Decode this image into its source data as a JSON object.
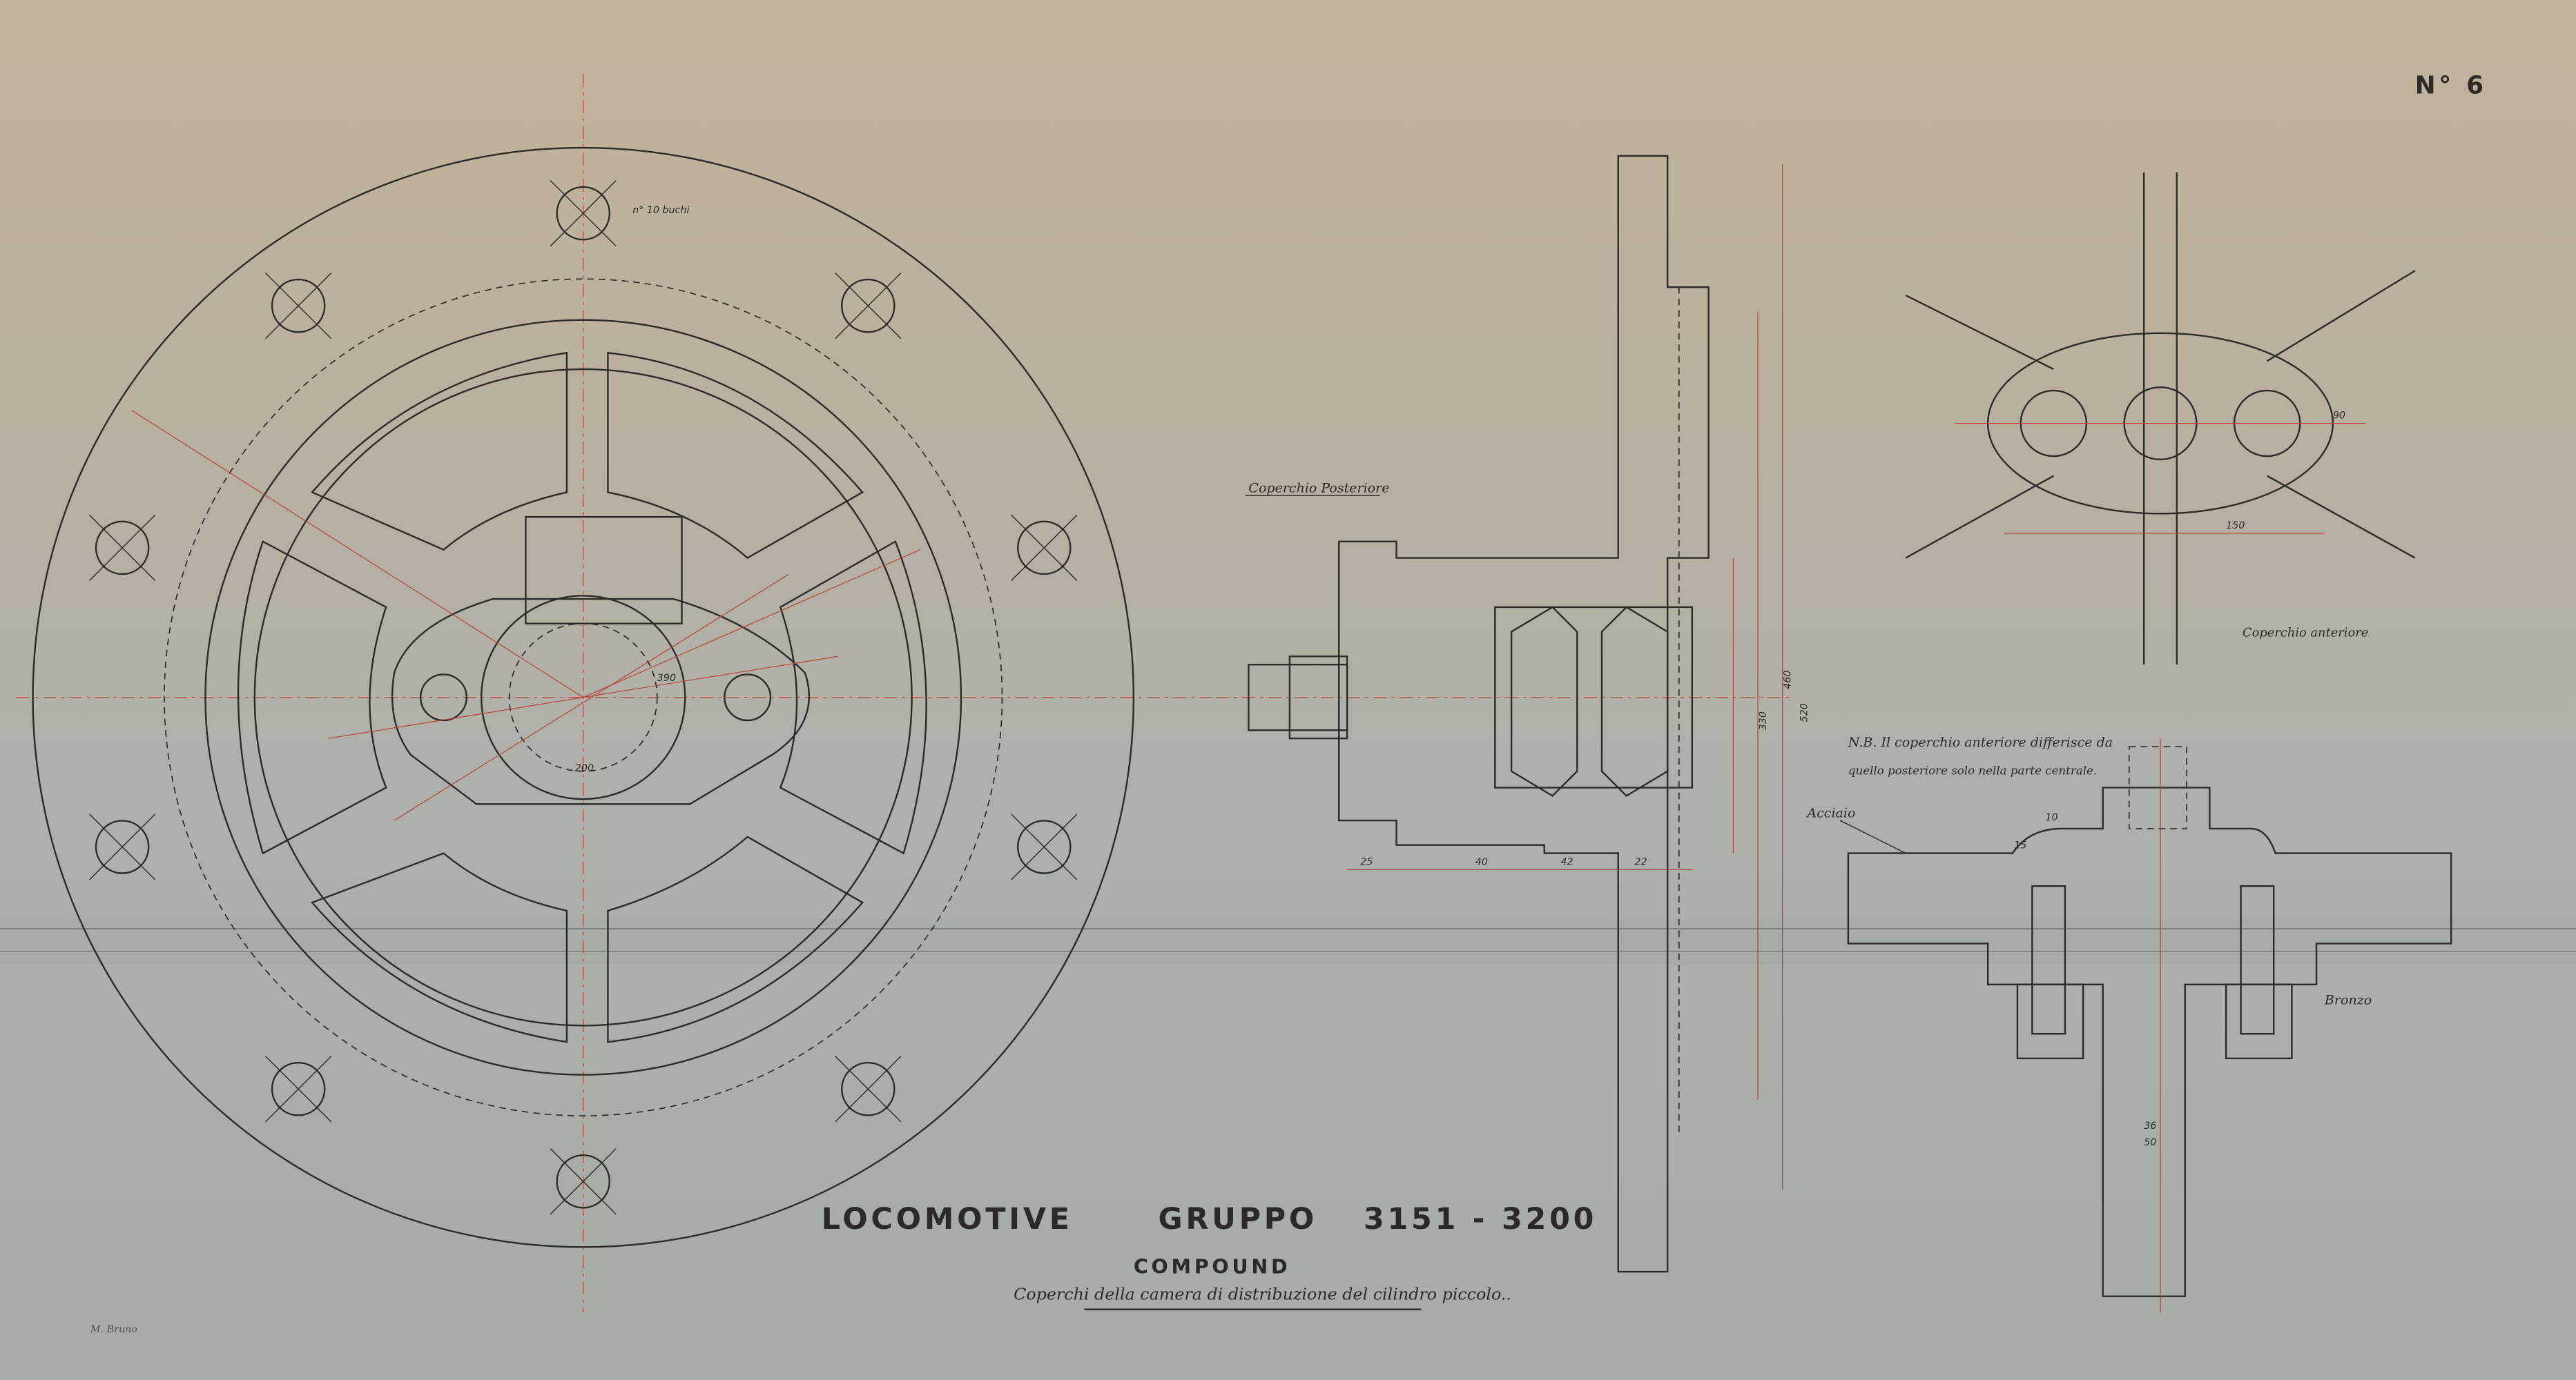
{
  "sheet_number": "N° 6",
  "title": {
    "main": "LOCOMOTIVE",
    "group": "GRUPPO",
    "range": "3151 - 3200",
    "subtitle": "COMPOUND",
    "description": "Coperchi della camera di distribuzione del cilindro piccolo.."
  },
  "labels": {
    "rear_cover": "Coperchio Posteriore",
    "front_cover": "Coperchio anteriore",
    "holes": "n° 10 buchi",
    "steel": "Acciaio",
    "bronze": "Bronzo",
    "note_line1": "N.B. Il coperchio anteriore differisce da",
    "note_line2": "quello posteriore solo nella parte centrale."
  },
  "signature": "M. Bruno",
  "dimensions": {
    "d460": "460",
    "d520": "520",
    "d330": "330",
    "d25": "25",
    "d40": "40",
    "d42": "42",
    "d22": "22",
    "d90": "90",
    "d150": "150",
    "d10": "10",
    "d15": "15",
    "d50": "50",
    "d36": "36",
    "d200": "200",
    "d390": "390"
  },
  "colors": {
    "ink": "#2b2a26",
    "red_construction": "#b8403a",
    "paper": "#b3b1a5"
  }
}
